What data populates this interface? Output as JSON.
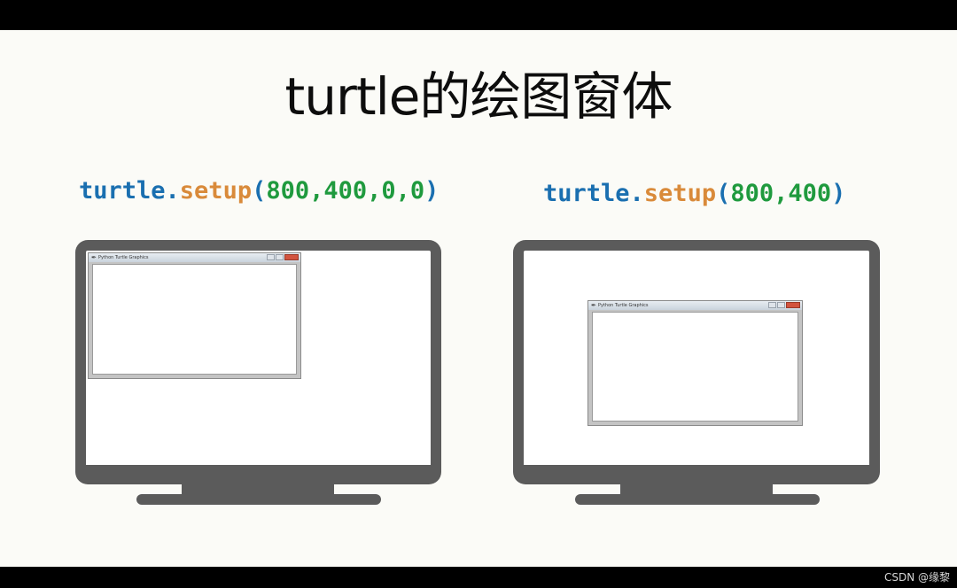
{
  "slide": {
    "title": "turtle的绘图窗体"
  },
  "examples": {
    "left": {
      "code_module": "turtle.",
      "code_func": "setup",
      "code_open": "(",
      "code_args": "800,400,0,0",
      "code_close": ")"
    },
    "right": {
      "code_module": "turtle.",
      "code_func": "setup",
      "code_open": "(",
      "code_args": "800,400",
      "code_close": ")"
    }
  },
  "turtle_window": {
    "title": "Python Turtle Graphics",
    "icon": "feather-icon"
  },
  "watermark": "CSDN @缘黎",
  "colors": {
    "code_module": "#1a6fb0",
    "code_func": "#d98a3a",
    "code_args": "#1f9a3e",
    "monitor": "#5b5b5b"
  }
}
